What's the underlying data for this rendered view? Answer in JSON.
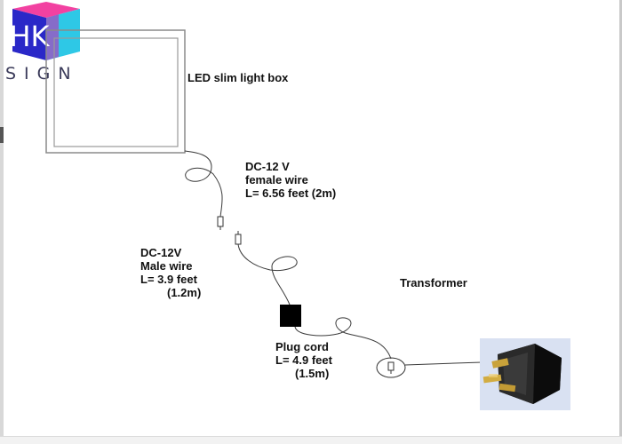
{
  "logo": {
    "letters": "HK",
    "word": "SIGN"
  },
  "labels": {
    "light_box": "LED slim light box",
    "female_wire": [
      "DC-12 V",
      "female wire",
      "L= 6.56 feet (2m)"
    ],
    "male_wire": [
      "DC-12V",
      "Male wire",
      "L= 3.9 feet",
      "(1.2m)"
    ],
    "transformer": "Transformer",
    "plug_cord": [
      "Plug cord",
      "L= 4.9 feet",
      "(1.5m)"
    ]
  },
  "colors": {
    "line": "#3a3a3a",
    "frame": "#707070",
    "transformer_box": "#000000",
    "logo_blue": "#2c2cc8",
    "logo_magenta": "#e020b0",
    "logo_cyan": "#30d0e8"
  }
}
